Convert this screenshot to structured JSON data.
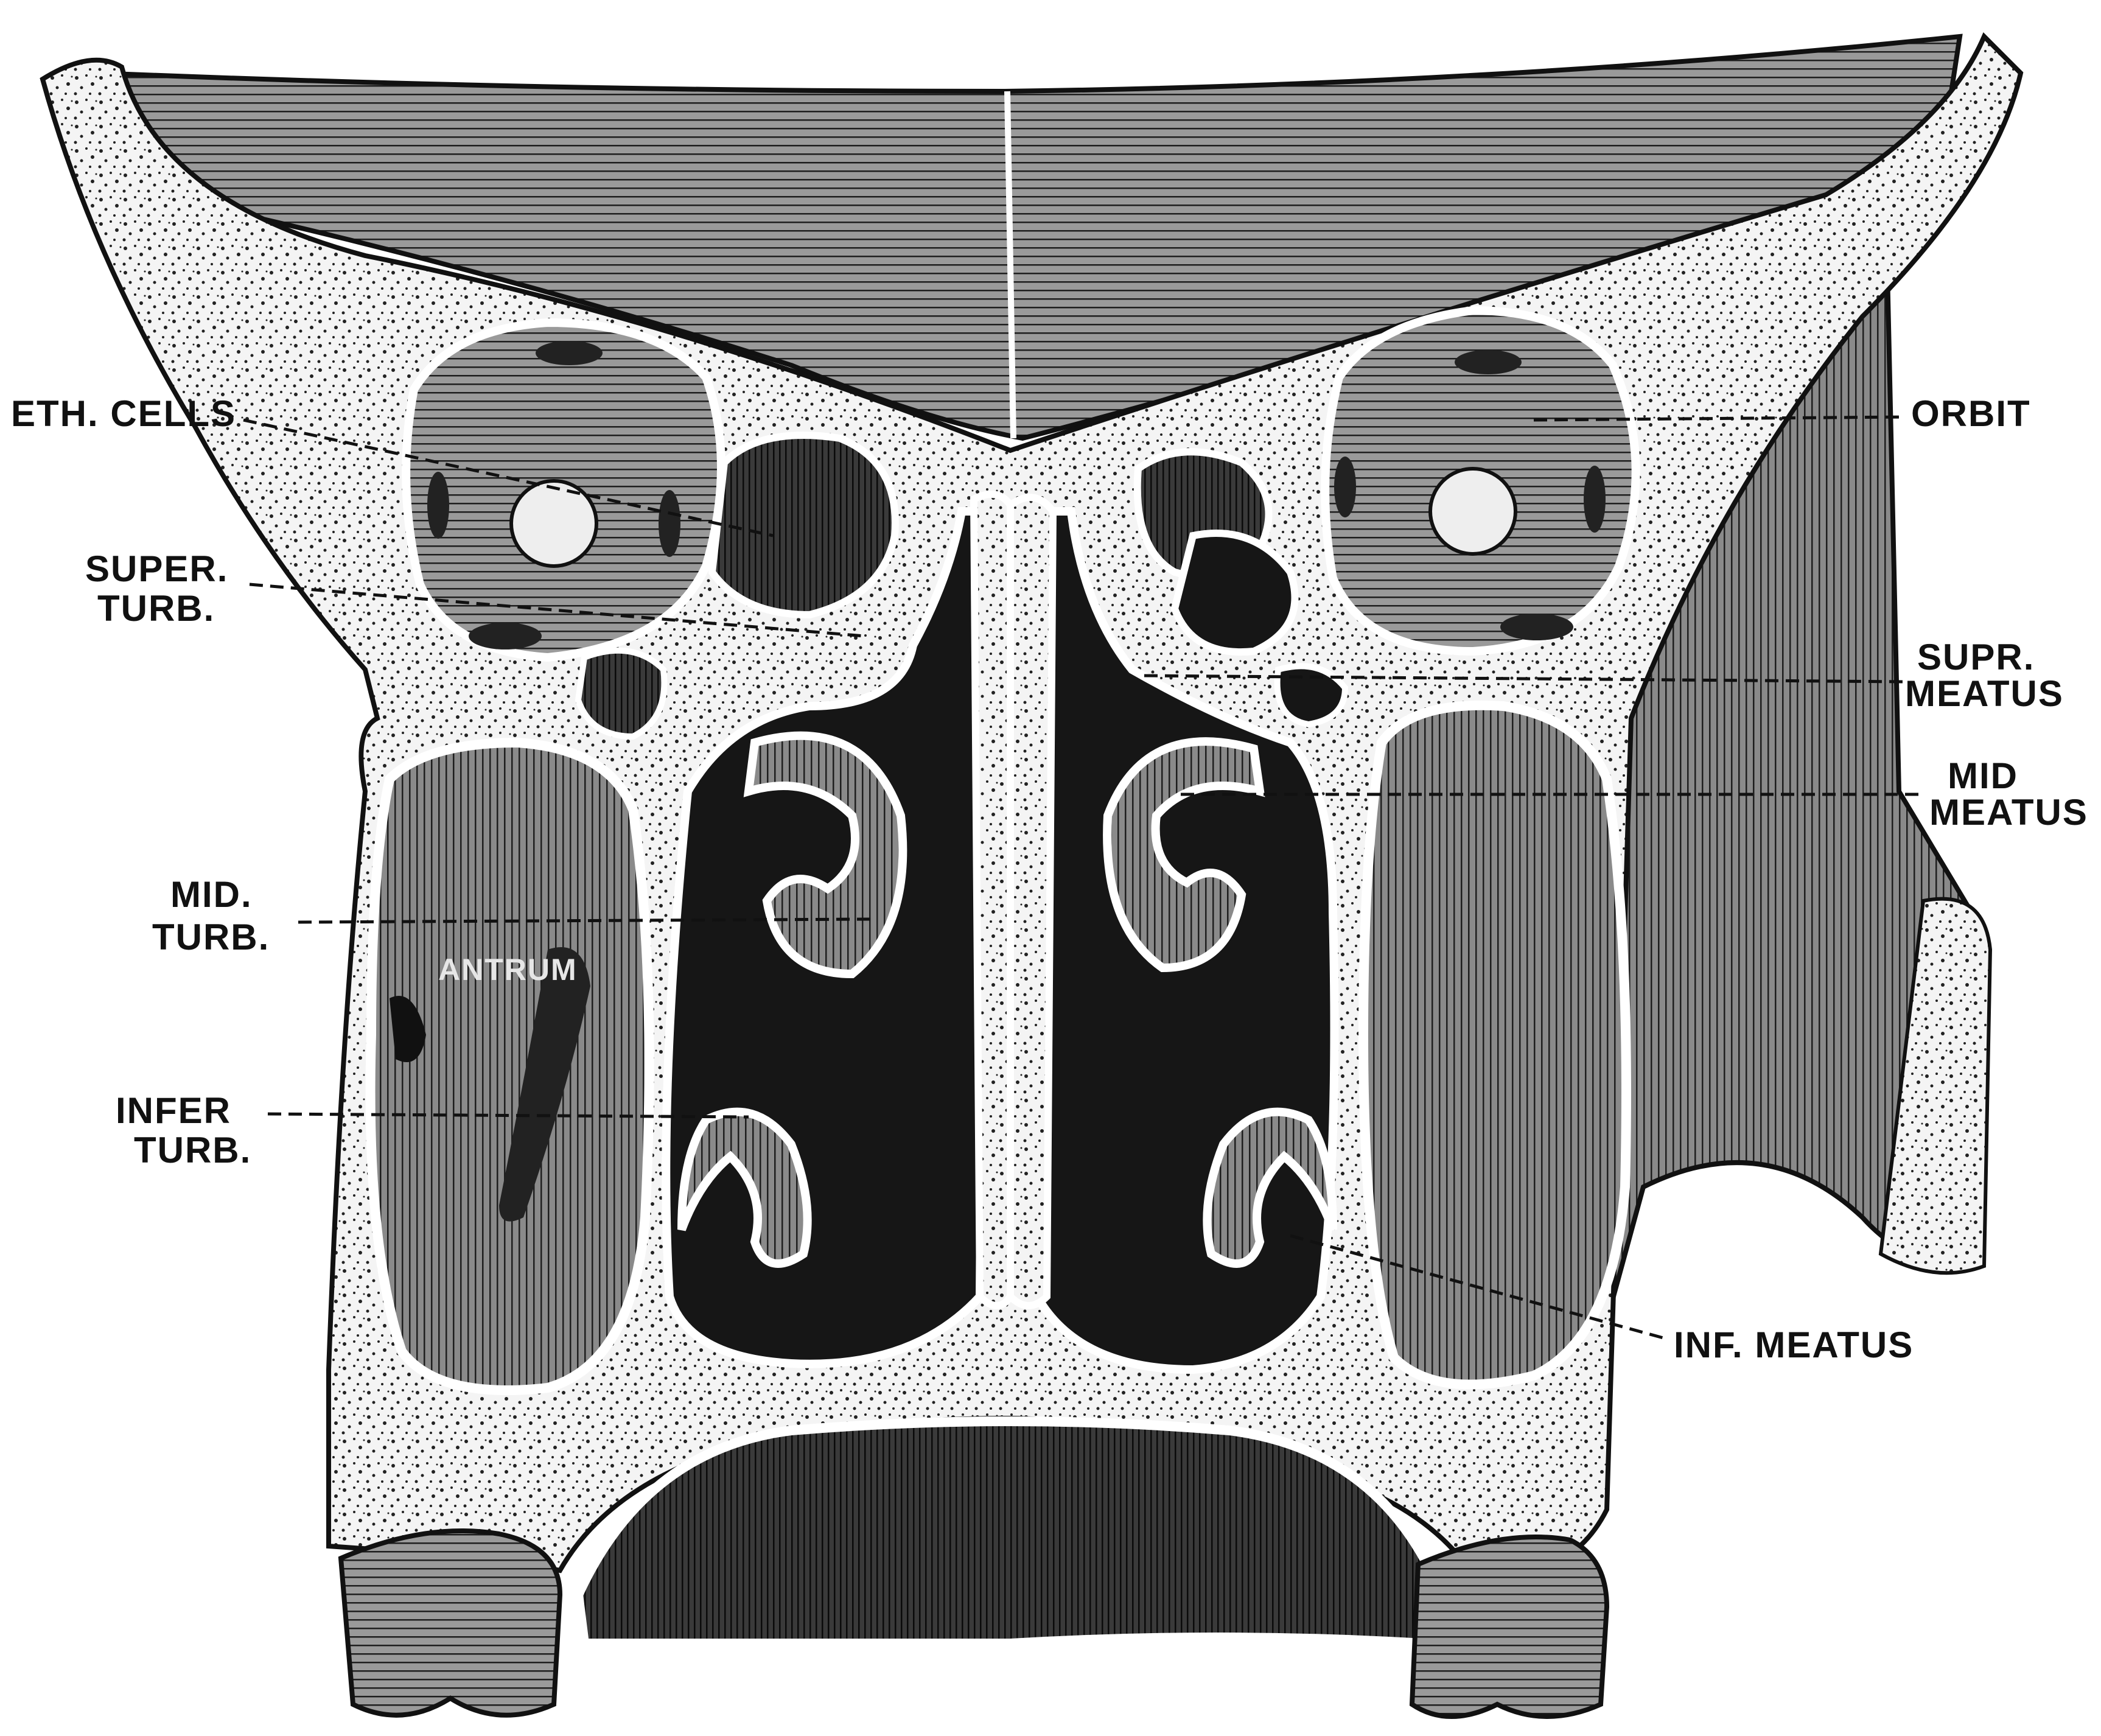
{
  "labels": {
    "eth_cells": "ETH. CELLS",
    "super_turb": [
      "SUPER.",
      "TURB."
    ],
    "mid_turb": [
      "MID.",
      "TURB."
    ],
    "infer_turb": [
      "INFER",
      "TURB."
    ],
    "antrum": "ANTRUM",
    "orbit": "ORBIT",
    "supr_meatus": [
      "SUPR.",
      "MEATUS"
    ],
    "mid_meatus": [
      "MID",
      "MEATUS"
    ],
    "inf_meatus": "INF. MEATUS"
  },
  "colors": {
    "ink": "#111111",
    "bone_fill": "#f3f3f3",
    "cavity_fill": "#161616",
    "hatch_fill": "#5a5a5a",
    "mucosa": "#ffffff"
  }
}
